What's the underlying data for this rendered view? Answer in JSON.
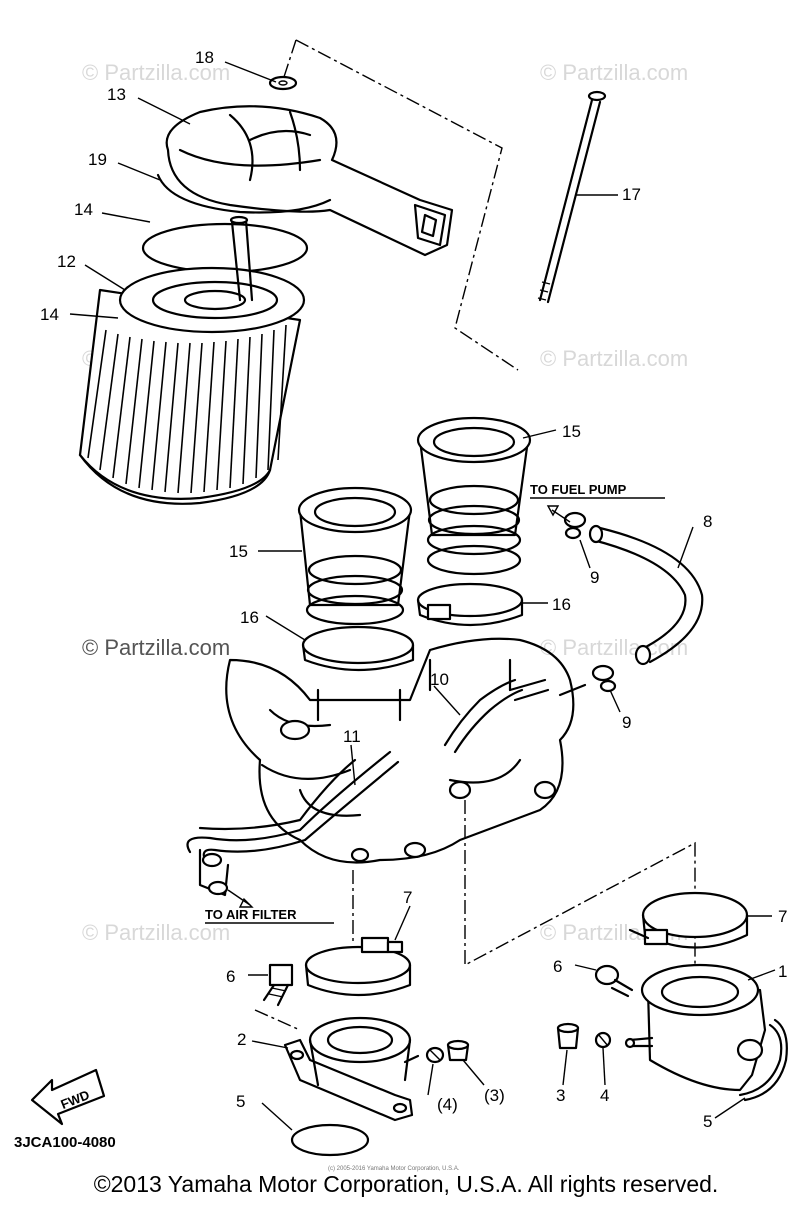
{
  "callouts": {
    "c18": "18",
    "c13": "13",
    "c19": "19",
    "c14a": "14",
    "c12": "12",
    "c14b": "14",
    "c17": "17",
    "c15a": "15",
    "c15b": "15",
    "c8": "8",
    "c9a": "9",
    "c16a": "16",
    "c16b": "16",
    "c10": "10",
    "c11": "11",
    "c9b": "9",
    "c7a": "7",
    "c7b": "7",
    "c6a": "6",
    "c6b": "6",
    "c1": "1",
    "c2": "2",
    "c5a": "5",
    "c5b": "5",
    "c3a": "(3)",
    "c4a": "(4)",
    "c3b": "3",
    "c4b": "4"
  },
  "notes": {
    "to_fuel_pump": "TO FUEL PUMP",
    "to_air_filter": "TO AIR FILTER",
    "fwd": "FWD",
    "diagram_code": "3JCA100-4080"
  },
  "watermarks": {
    "partzilla": "© Partzilla.com",
    "partzilla_dark": "© Partzilla.com",
    "tiny_notice": "(c) 2005-2016 Yamaha Motor Corporation, U.S.A."
  },
  "footer": {
    "copyright": "©2013 Yamaha Motor Corporation, U.S.A. All rights reserved."
  },
  "colors": {
    "line": "#000000",
    "background": "#ffffff",
    "watermark": "#d8d8d8"
  }
}
